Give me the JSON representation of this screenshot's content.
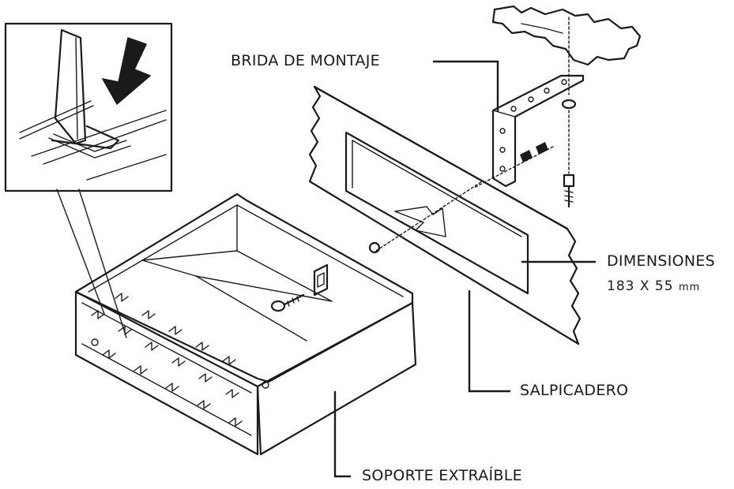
{
  "labels": {
    "mounting_flange": "BRIDA DE MONTAJE",
    "dimensions": "DIMENSIONES",
    "dimensions_value": "183 X 55",
    "dimensions_unit": "mm",
    "dashboard": "SALPICADERO",
    "removable_support": "SOPORTE EXTRAÍBLE"
  },
  "colors": {
    "line": "#1a1a1a",
    "shade": "#d9d9d9",
    "background": "#ffffff"
  },
  "icons": {
    "press_arrow": "down-arrow-icon",
    "insert_arrow": "insert-arrow-icon"
  }
}
